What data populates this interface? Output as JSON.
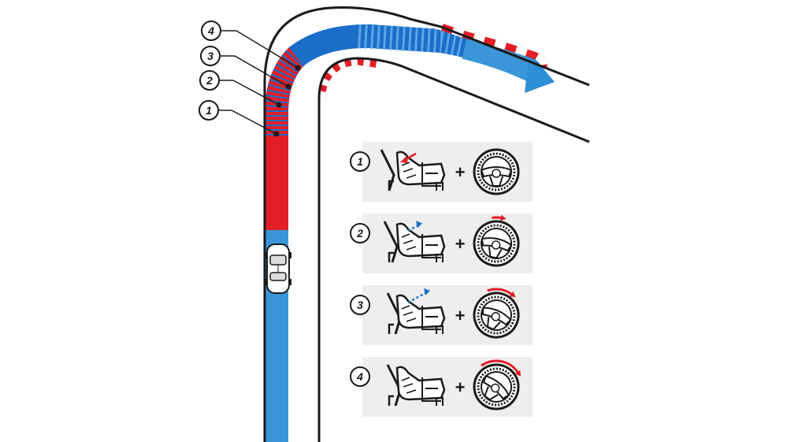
{
  "title": "",
  "colors": {
    "braking": "#e21e26",
    "accelerating": "#1a6ec8",
    "track_edge": "#1a1a1a",
    "arrow": "#2d8fd6",
    "panel": "#eeeeee",
    "curb_red": "#e21e26",
    "curb_white": "#ffffff"
  },
  "markers": [
    {
      "label": "1"
    },
    {
      "label": "2"
    },
    {
      "label": "3"
    },
    {
      "label": "4"
    }
  ],
  "steps": [
    {
      "label": "1",
      "pedal": "brake",
      "pedal_arrow": "press",
      "steering": "none"
    },
    {
      "label": "2",
      "pedal": "brake-release",
      "pedal_arrow": "lift",
      "steering": "small-turn"
    },
    {
      "label": "3",
      "pedal": "release",
      "pedal_arrow": "lift",
      "steering": "medium-turn"
    },
    {
      "label": "4",
      "pedal": "off",
      "pedal_arrow": "none",
      "steering": "full-turn"
    }
  ],
  "icons": {
    "car": "car-icon",
    "foot": "foot-pedal-icon",
    "wheel": "steering-wheel-icon",
    "plus": "plus-icon",
    "direction": "direction-arrow-icon"
  },
  "plus_sign": "+"
}
